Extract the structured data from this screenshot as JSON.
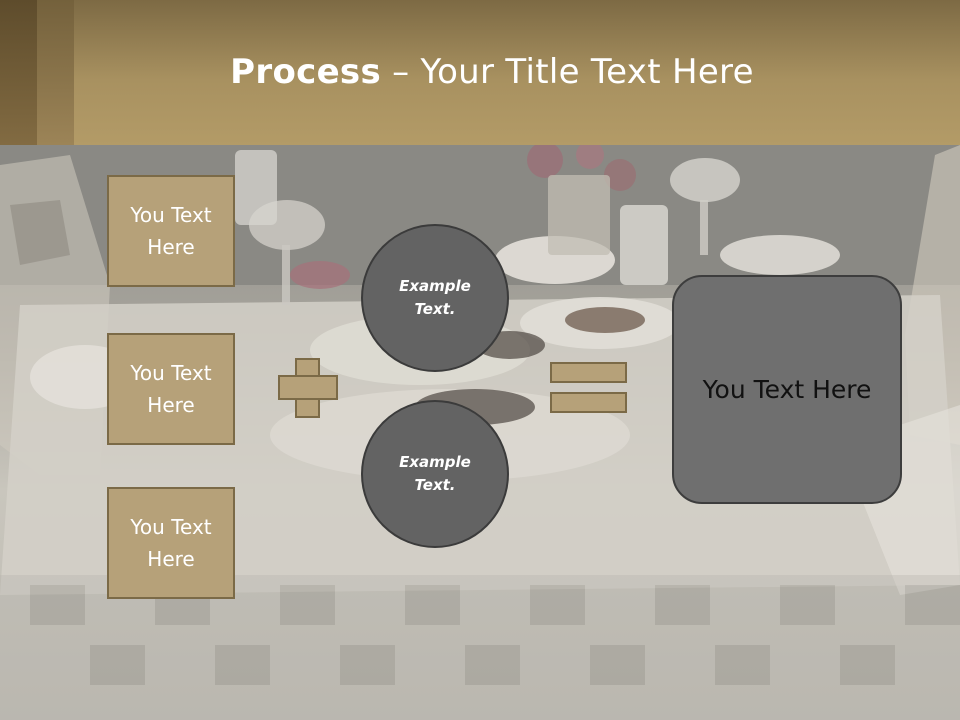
{
  "slide": {
    "title_bold": "Process",
    "title_rest": " – Your Title Text Here"
  },
  "left_boxes": [
    {
      "label": "You Text Here"
    },
    {
      "label": "You Text Here"
    },
    {
      "label": "You Text Here"
    }
  ],
  "circles": [
    {
      "label": "Example Text."
    },
    {
      "label": "Example Text."
    }
  ],
  "result": {
    "label": "You Text Here"
  },
  "colors": {
    "title_band": "#a89160",
    "box_fill": "#b6a179",
    "box_border": "#7b6a47",
    "circle_fill": "#636363",
    "result_fill": "#6f6f6f"
  },
  "operators": {
    "plus": "plus-sign",
    "equals": "equals-sign"
  }
}
